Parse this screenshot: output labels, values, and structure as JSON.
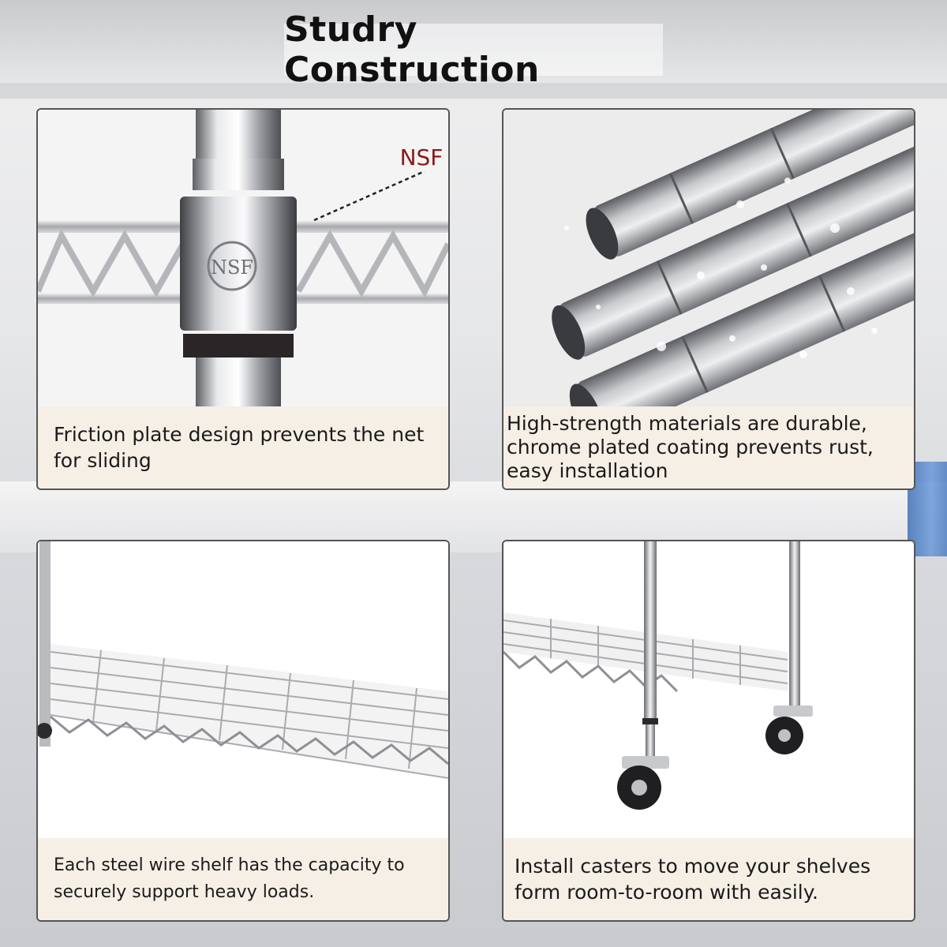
{
  "title": "Studry Construction",
  "colors": {
    "caption_bg": "#f5efe6",
    "nsf_red": "#8b1a1a",
    "chrome_light": "#f2f2f4",
    "chrome_dark": "#6c6e73"
  },
  "panels": [
    {
      "callout": "NSF",
      "emblem": "NSF",
      "caption": "Friction plate design prevents the net for sliding"
    },
    {
      "caption": "High-strength materials are durable, chrome plated coating prevents rust, easy installation"
    },
    {
      "caption": "Each steel wire shelf has the capacity to securely support heavy loads."
    },
    {
      "caption": "Install casters to move your shelves form room-to-room with easily."
    }
  ]
}
